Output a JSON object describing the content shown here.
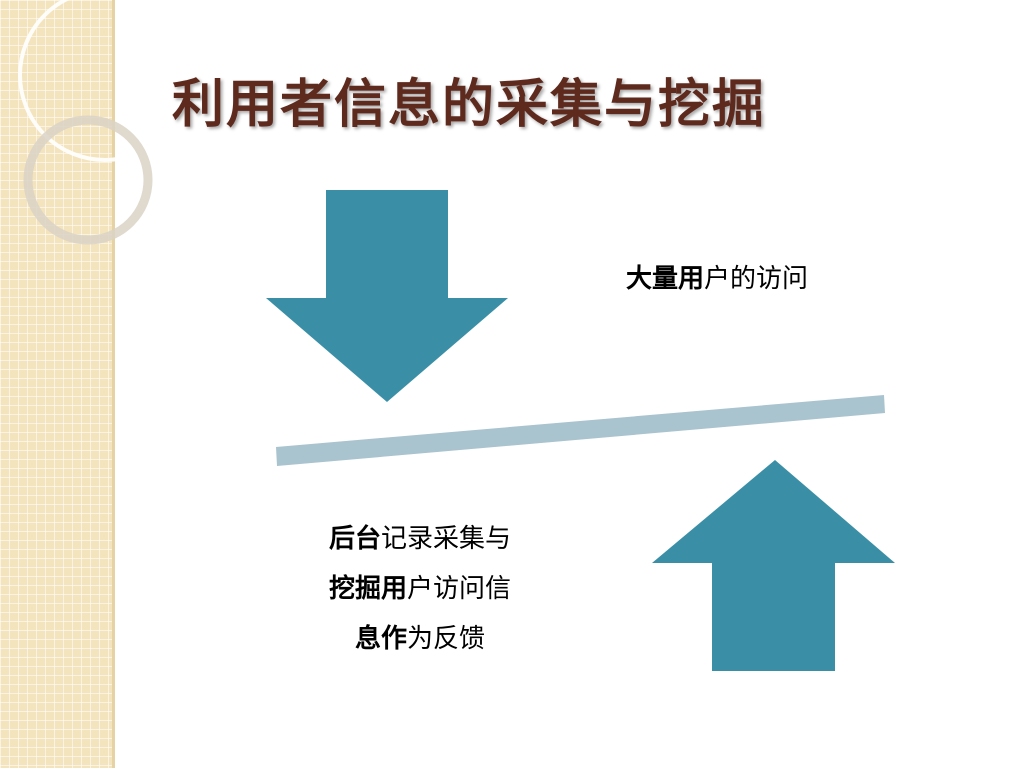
{
  "title": "利用者信息的采集与挖掘",
  "label_top": {
    "bold": "大量用",
    "normal": "户的访问"
  },
  "label_bottom": [
    {
      "bold": "后台",
      "normal": "记录采集与"
    },
    {
      "bold": "挖掘用",
      "normal": "户访问信"
    },
    {
      "bold": "息作",
      "normal": "为反馈"
    }
  ],
  "colors": {
    "arrow": "#3a8fa6",
    "bar": "#a9c3cf",
    "title": "#5e2a1e",
    "sidebar": "#f3e4bd"
  },
  "icons": {
    "down_arrow": "arrow-down-icon",
    "up_arrow": "arrow-up-icon"
  }
}
